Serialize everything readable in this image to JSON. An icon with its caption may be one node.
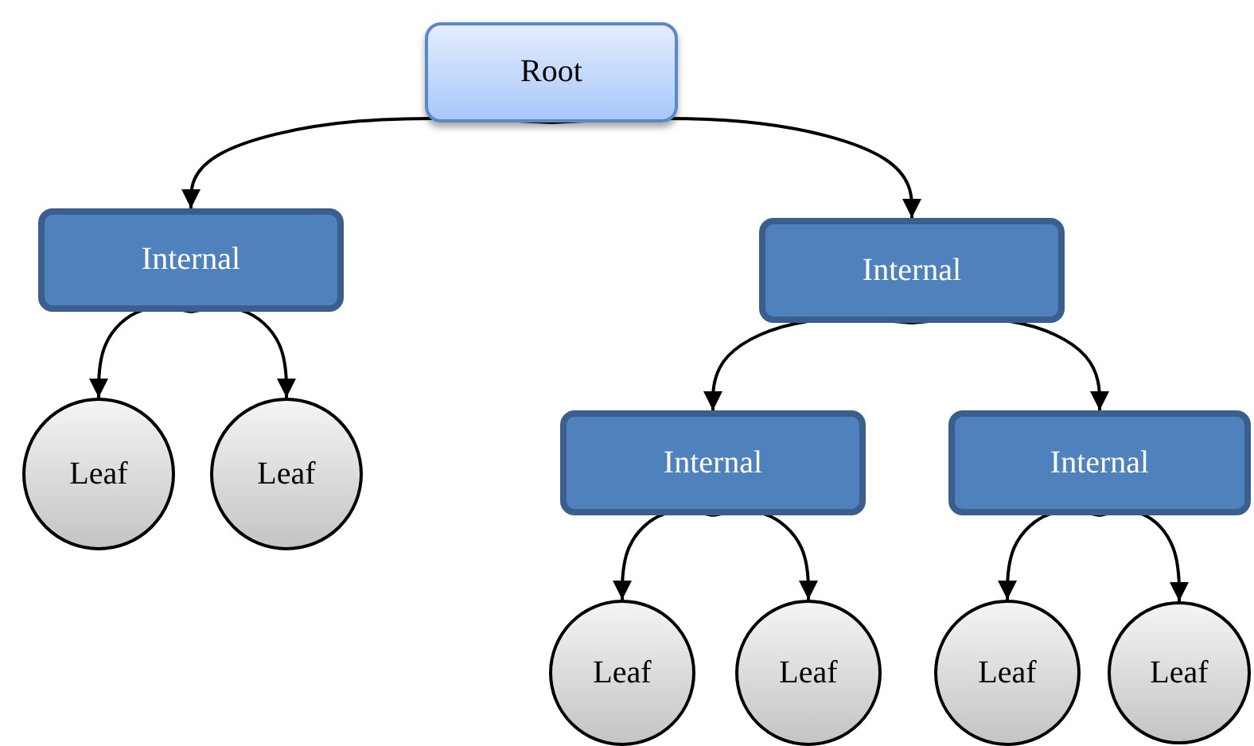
{
  "diagram": {
    "nodes": [
      {
        "text": [
          "Root"
        ]
      },
      {
        "text": [
          "Internal"
        ]
      },
      {
        "text": [
          "Internal"
        ]
      },
      {
        "text": [
          "Leaf"
        ]
      },
      {
        "text": [
          "Leaf"
        ]
      },
      {
        "text": [
          "Internal"
        ]
      },
      {
        "text": [
          "Internal"
        ]
      },
      {
        "text": [
          "Leaf"
        ]
      },
      {
        "text": [
          "Leaf"
        ]
      },
      {
        "text": [
          "Leaf"
        ]
      },
      {
        "text": [
          "Leaf"
        ]
      }
    ],
    "edges": [
      {
        "from": 0,
        "to": 1,
        "arrow": "to"
      },
      {
        "from": 0,
        "to": 2,
        "arrow": "to"
      },
      {
        "from": 1,
        "to": 3,
        "arrow": "to"
      },
      {
        "from": 1,
        "to": 4,
        "arrow": "to"
      },
      {
        "from": 2,
        "to": 5,
        "arrow": "to"
      },
      {
        "from": 2,
        "to": 6,
        "arrow": "to"
      },
      {
        "from": 5,
        "to": 7,
        "arrow": "to"
      },
      {
        "from": 5,
        "to": 8,
        "arrow": "to"
      },
      {
        "from": 6,
        "to": 9,
        "arrow": "to"
      },
      {
        "from": 6,
        "to": 10,
        "arrow": "to"
      }
    ]
  }
}
